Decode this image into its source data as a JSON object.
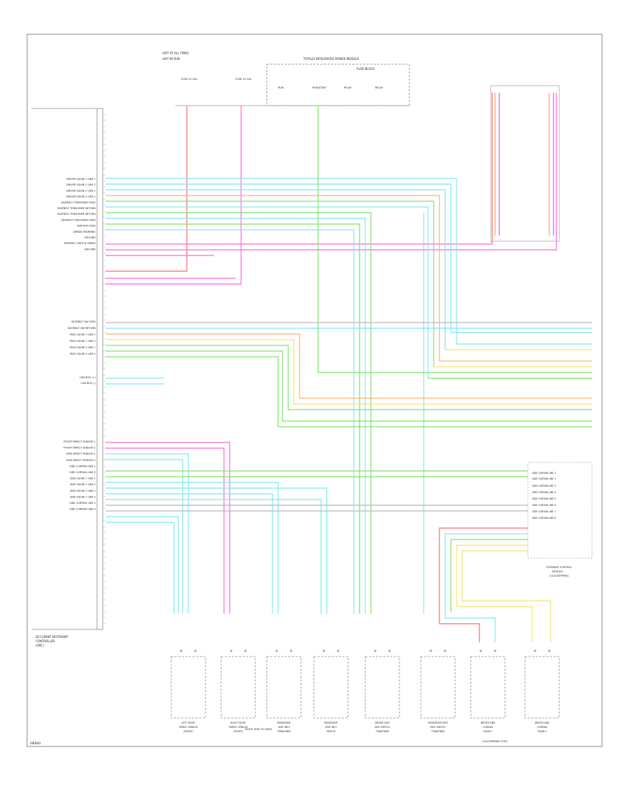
{
  "top_labels": {
    "left_fuse_a": "HOT AT ALL TIMES",
    "left_fuse_b": "HOT IN RUN",
    "tipm_title": "TOTALLY INTEGRATED POWER MODULE",
    "tipm_sub": "FUSE BLOCK",
    "fuse_a": "FUSE 23 25A",
    "fuse_b": "FUSE 33 10A",
    "relay_a": "RUN",
    "relay_b": "RUN/START",
    "relay_c": "RELAY",
    "relay_d": "RELAY"
  },
  "module": {
    "name_line1": "OCCUPANT RESTRAINT",
    "name_line2": "CONTROLLER",
    "name_line3": "(ORC)"
  },
  "left_pin_labels": [
    "DRIVER SQUIB 1 LINE 1",
    "DRIVER SQUIB 1 LINE 2",
    "DRIVER SQUIB 2 LINE 1",
    "DRIVER SQUIB 2 LINE 2",
    "SEATBELT TENSIONER FEED",
    "SEATBELT TENSIONER RETURN",
    "SEATBELT TENSIONER RETURN",
    "SEATBELT TENSIONER FEED",
    "IGNITION FEED",
    "AIRBAG WARNING",
    "GROUND",
    "SEATBELT SWITCH SENSE",
    "GROUND"
  ],
  "mid_pin_labels": [
    "SEATBELT SW FEED",
    "SEATBELT SW RETURN",
    "PASS SQUIB 1 LINE 1",
    "PASS SQUIB 1 LINE 2",
    "PASS SQUIB 2 LINE 1",
    "PASS SQUIB 2 LINE 2"
  ],
  "can_labels": [
    "CAN BUS (+)",
    "CAN BUS (-)"
  ],
  "lower_pin_labels": [
    "FRONT IMPACT SENSOR 1",
    "FRONT IMPACT SENSOR 2",
    "SIDE IMPACT SENSOR 1",
    "SIDE IMPACT SENSOR 2",
    "SIDE CURTAIN LINE 1",
    "SIDE CURTAIN LINE 2",
    "SIDE SQUIB 1 LINE 1",
    "SIDE SQUIB 1 LINE 2",
    "SIDE SQUIB 2 LINE 1",
    "SIDE SQUIB 2 LINE 2",
    "SIDE CURTAIN LINE 3",
    "SIDE CURTAIN LINE 4"
  ],
  "right_connector_labels": [
    "SIDE CURTAIN LINE 1",
    "SIDE CURTAIN LINE 2",
    "SIDE CURTAIN LINE 3",
    "SIDE CURTAIN LINE 4",
    "SIDE CURTAIN LINE 5",
    "SIDE CURTAIN LINE 6",
    "SIDE CURTAIN LINE 7",
    "SIDE CURTAIN LINE 8"
  ],
  "right_connector_name": [
    "STEERING CONTROL",
    "MODULE",
    "(CLOCKSPRING)"
  ],
  "clockspring_name": "CLOCKSPRING",
  "components": [
    {
      "line1": "LEFT FRONT",
      "line2": "IMPACT SENSOR",
      "line3": "(FRONT)"
    },
    {
      "line1": "RIGHT FRONT",
      "line2": "IMPACT SENSOR",
      "line3": "(FRONT)"
    },
    {
      "line1": "PASSENGER",
      "line2": "SEAT BELT",
      "line3": "TENSIONER"
    },
    {
      "line1": "PASSENGER",
      "line2": "SEAT BELT",
      "line3": "SWITCH"
    },
    {
      "line1": "DRIVER SEAT",
      "line2": "BELT SWITCH",
      "line3": "TENSIONER"
    },
    {
      "line1": "PASSENGER SEAT",
      "line2": "BELT SWITCH",
      "line3": "TENSIONER"
    },
    {
      "line1": "DRIVER SIDE",
      "line2": "CURTAIN",
      "line3": "SQUIB 1"
    },
    {
      "line1": "DRIVER SIDE",
      "line2": "CURTAIN",
      "line3": "SQUIB 2"
    }
  ],
  "bottom_notes": {
    "left_tag": "AIRBAG",
    "mid_note": "RIGHT SIDE OF DASH",
    "right_note": "CLOCKSPRING (TOP)"
  },
  "colors": {
    "red": "#ff6b6b",
    "pink": "#ff66d9",
    "green": "#7fe36a",
    "cyan": "#7ee8f0",
    "yellow": "#f5e36a",
    "orange": "#ffb070",
    "violet": "#c9a4ff",
    "gray": "#b8b8b8",
    "frame": "#888888"
  }
}
